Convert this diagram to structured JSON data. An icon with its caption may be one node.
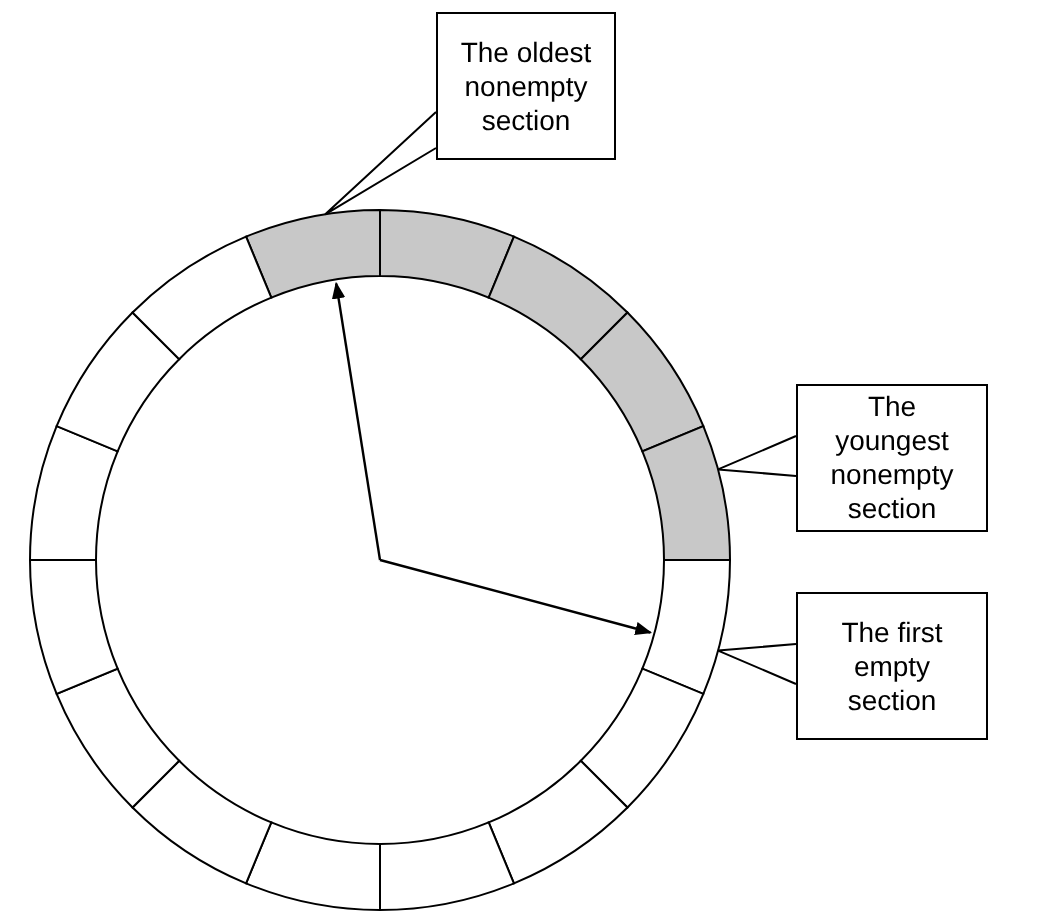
{
  "diagram": {
    "nodes": [
      {
        "text": [
          "The oldest nonempty section"
        ]
      },
      {
        "text": [
          "The youngest nonempty section"
        ]
      },
      {
        "text": [
          "The first empty section"
        ]
      },
      {
        "text": [],
        "shape": "segment"
      },
      {
        "text": [],
        "shape": "segment"
      },
      {
        "text": [],
        "shape": "segment"
      },
      {
        "text": [],
        "shape": "segment"
      },
      {
        "text": [],
        "shape": "segment"
      },
      {
        "text": [],
        "shape": "segment"
      },
      {
        "text": [],
        "shape": "segment"
      },
      {
        "text": [],
        "shape": "segment"
      },
      {
        "text": [],
        "shape": "segment"
      },
      {
        "text": [],
        "shape": "segment"
      },
      {
        "text": [],
        "shape": "segment"
      },
      {
        "text": [],
        "shape": "segment"
      },
      {
        "text": [],
        "shape": "segment"
      },
      {
        "text": [],
        "shape": "segment"
      },
      {
        "text": [],
        "shape": "segment"
      },
      {
        "text": [],
        "shape": "segment"
      }
    ],
    "edges": [
      {
        "from": 0,
        "to": 3,
        "arrow": "none"
      },
      {
        "from": 1,
        "to": 7,
        "arrow": "none"
      },
      {
        "from": 2,
        "to": 8,
        "arrow": "none"
      },
      {
        "from": null,
        "to": 3,
        "arrow": "to"
      },
      {
        "from": null,
        "to": 8,
        "arrow": "to"
      }
    ]
  }
}
